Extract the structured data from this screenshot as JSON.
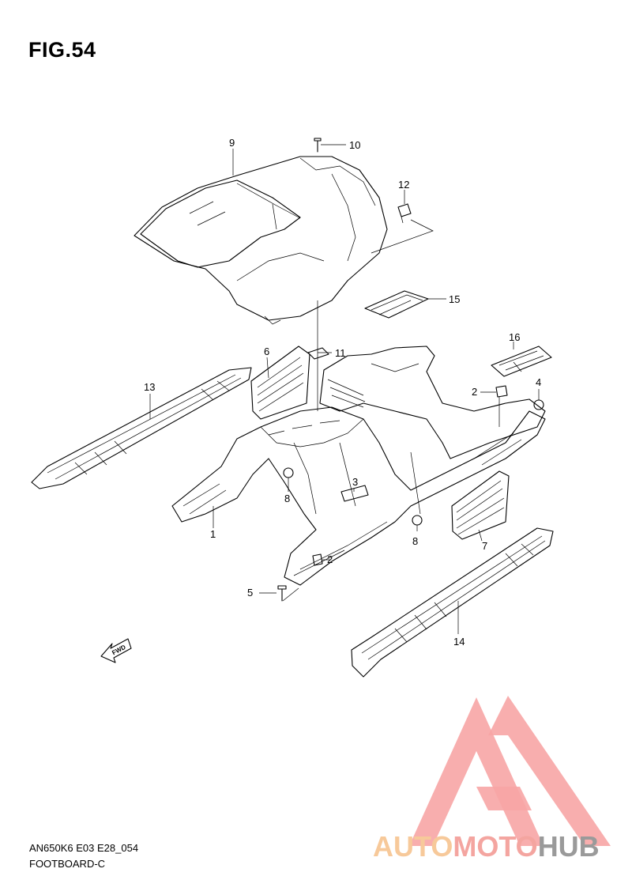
{
  "figure": {
    "title": "FIG.54",
    "code": "AN650K6 E03 E28_054",
    "section": "FOOTBOARD-C"
  },
  "callouts": [
    "1",
    "2",
    "2",
    "3",
    "4",
    "5",
    "6",
    "7",
    "8",
    "8",
    "9",
    "10",
    "11",
    "12",
    "13",
    "14",
    "15",
    "16"
  ],
  "fwd_label": "FWD",
  "watermark": {
    "part1": "AUTO",
    "part2": "MOTO",
    "part3": "HUB",
    "colors": {
      "part1": "#f7c99a",
      "part2": "#f4a5a0",
      "part3": "#9a9a9a",
      "triangle": "#f7a5a5"
    }
  }
}
